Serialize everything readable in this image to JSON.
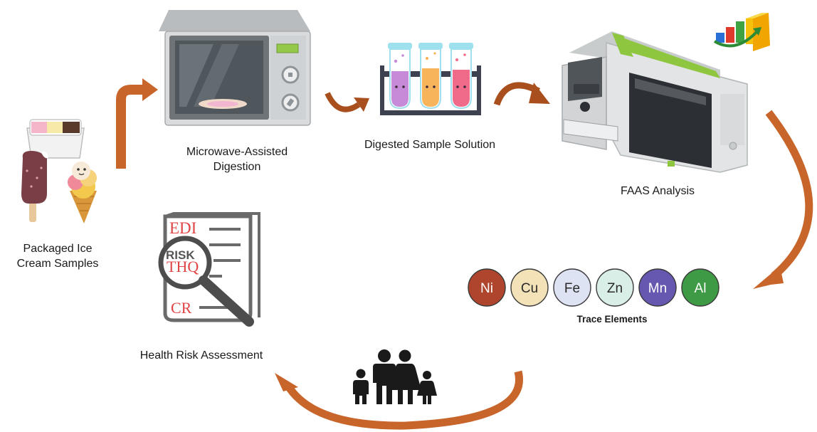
{
  "steps": {
    "samples": {
      "line1": "Packaged Ice",
      "line2": "Cream Samples"
    },
    "digestion": {
      "line1": "Microwave-Assisted",
      "line2": "Digestion"
    },
    "solution": {
      "label": "Digested Sample Solution"
    },
    "analysis": {
      "label": "FAAS Analysis"
    },
    "trace": {
      "label": "Trace Elements",
      "elements": [
        {
          "symbol": "Ni",
          "fill": "#b0452e",
          "text": "#ffffff"
        },
        {
          "symbol": "Cu",
          "fill": "#f3e1b8",
          "text": "#2a2a2a"
        },
        {
          "symbol": "Fe",
          "fill": "#dde3f2",
          "text": "#2a2a2a"
        },
        {
          "symbol": "Zn",
          "fill": "#d8eee6",
          "text": "#2a2a2a"
        },
        {
          "symbol": "Mn",
          "fill": "#6657b0",
          "text": "#ffffff"
        },
        {
          "symbol": "Al",
          "fill": "#3f9a45",
          "text": "#ffffff"
        }
      ]
    },
    "risk": {
      "label": "Health Risk Assessment",
      "doc_lines": {
        "edi": "EDI",
        "risk": "RISK",
        "thq": "THQ",
        "cr": "CR"
      }
    }
  },
  "colors": {
    "arrow": "#c8652a",
    "arrow_dark": "#a84f1d",
    "device": "#d9dbdc",
    "accent_green": "#8ec63f"
  },
  "icons": [
    "ice-cream-icon",
    "microwave-icon",
    "test-tubes-icon",
    "spectrometer-icon",
    "bar-chart-icon",
    "document-magnifier-icon",
    "family-icon"
  ]
}
